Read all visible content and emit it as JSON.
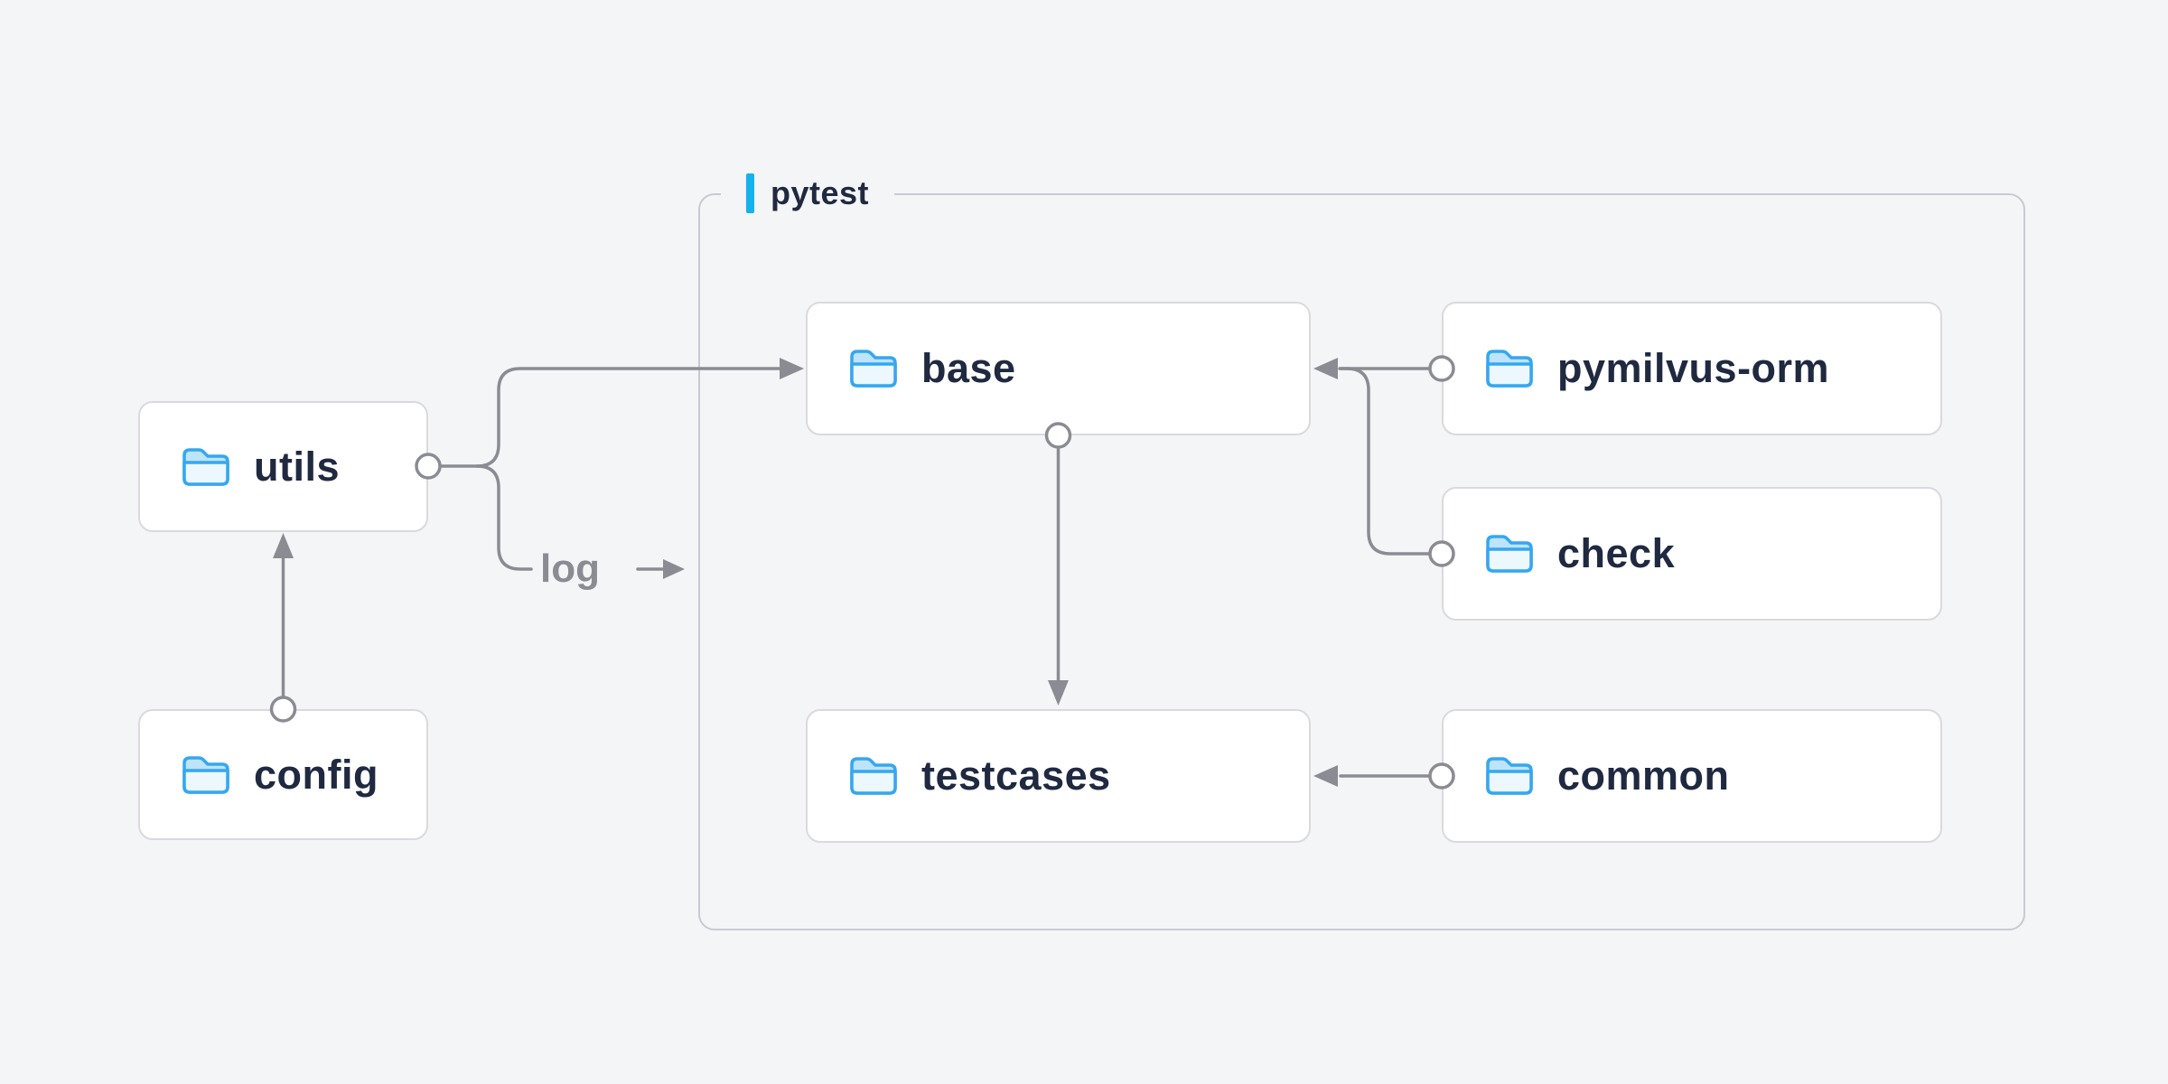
{
  "diagram": {
    "group": {
      "label": "pytest"
    },
    "nodes": {
      "utils": {
        "label": "utils",
        "icon": "folder-icon"
      },
      "config": {
        "label": "config",
        "icon": "folder-icon"
      },
      "base": {
        "label": "base",
        "icon": "folder-icon"
      },
      "pymilvus_orm": {
        "label": "pymilvus-orm",
        "icon": "folder-icon"
      },
      "check": {
        "label": "check",
        "icon": "folder-icon"
      },
      "testcases": {
        "label": "testcases",
        "icon": "folder-icon"
      },
      "common": {
        "label": "common",
        "icon": "folder-icon"
      }
    },
    "edges": [
      {
        "from": "config",
        "to": "utils",
        "style": "arrow"
      },
      {
        "from": "utils",
        "to": "base",
        "style": "arrow"
      },
      {
        "from": "utils",
        "to": "pytest-group",
        "style": "arrow",
        "label": "log"
      },
      {
        "from": "pymilvus-orm",
        "to": "base",
        "style": "arrow"
      },
      {
        "from": "check",
        "to": "base",
        "style": "arrow"
      },
      {
        "from": "base",
        "to": "testcases",
        "style": "arrow"
      },
      {
        "from": "common",
        "to": "testcases",
        "style": "arrow"
      }
    ],
    "colors": {
      "background": "#f4f5f7",
      "node_background": "#ffffff",
      "node_border": "#d9dade",
      "group_border": "#c9cad1",
      "text": "#1f2940",
      "connector": "#8b8b93",
      "accent": "#14b2ef",
      "folder_stroke": "#35a7f0",
      "folder_fill": "#bde4fb"
    }
  }
}
